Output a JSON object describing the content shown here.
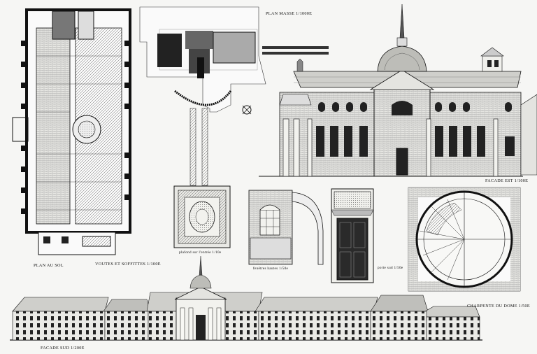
{
  "labels": {
    "plan_masse": "PLAN MASSE 1/1000e",
    "facade_est": "FACADE EST 1/100e",
    "plan_au_sol": "PLAN AU SOL",
    "voutes": "VOUTES ET SOFFITTES 1/100e",
    "plafond": "plafond sur l'entrée 1/10e",
    "fenetres": "fenêtres hautes 1/50e",
    "porte_sud": "porte sud 1/50e",
    "charpente": "CHARPENTE DU DOME 1/50e",
    "facade_sud": "FACADE SUD 1/200e"
  },
  "colors": {
    "ink": "#111111",
    "paper": "#f6f6f4",
    "wash": "#d8d8d4"
  }
}
